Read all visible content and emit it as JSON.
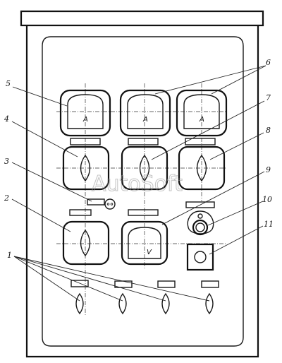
{
  "callouts": [
    "1",
    "2",
    "3",
    "4",
    "5",
    "6",
    "7",
    "8",
    "9",
    "10",
    "11"
  ],
  "meters": {
    "ammeter_letter": "A",
    "voltmeter_letter": "V"
  },
  "watermark": "AutoSoft"
}
